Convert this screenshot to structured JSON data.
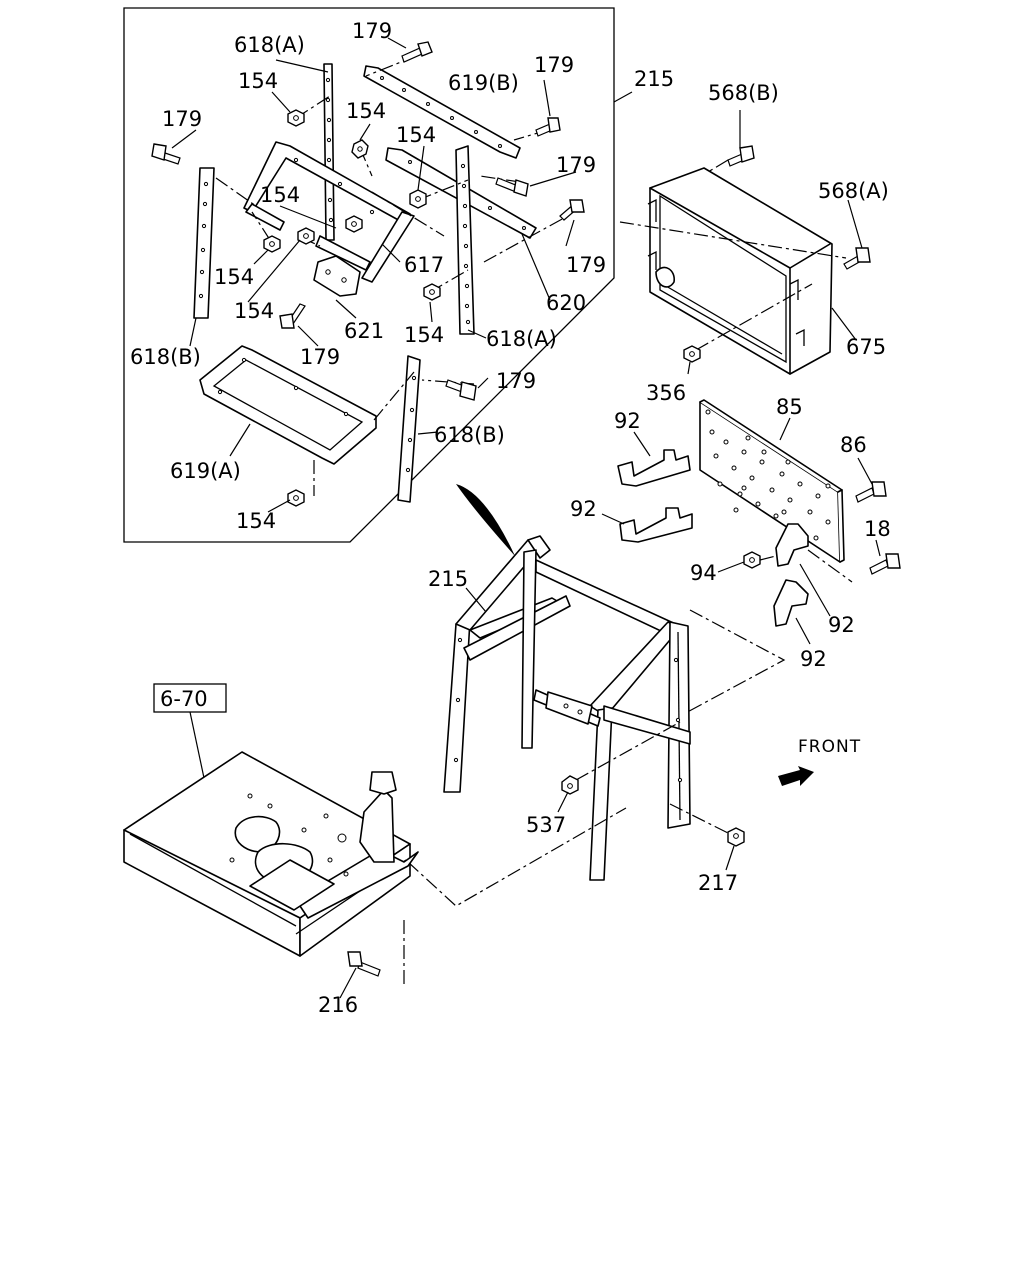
{
  "diagram": {
    "labels": [
      {
        "id": "l1",
        "text": "179"
      },
      {
        "id": "l2",
        "text": "618(A)"
      },
      {
        "id": "l3",
        "text": "154"
      },
      {
        "id": "l4",
        "text": "179"
      },
      {
        "id": "l5",
        "text": "619(B)"
      },
      {
        "id": "l6",
        "text": "215"
      },
      {
        "id": "l7",
        "text": "154"
      },
      {
        "id": "l8",
        "text": "179"
      },
      {
        "id": "l9",
        "text": "154"
      },
      {
        "id": "l10",
        "text": "179"
      },
      {
        "id": "l11",
        "text": "154"
      },
      {
        "id": "l12",
        "text": "617"
      },
      {
        "id": "l13",
        "text": "179"
      },
      {
        "id": "l14",
        "text": "154"
      },
      {
        "id": "l15",
        "text": "620"
      },
      {
        "id": "l16",
        "text": "154"
      },
      {
        "id": "l17",
        "text": "621"
      },
      {
        "id": "l18",
        "text": "154"
      },
      {
        "id": "l19",
        "text": "618(A)"
      },
      {
        "id": "l20",
        "text": "618(B)"
      },
      {
        "id": "l21",
        "text": "179"
      },
      {
        "id": "l22",
        "text": "179"
      },
      {
        "id": "l23",
        "text": "618(B)"
      },
      {
        "id": "l24",
        "text": "619(A)"
      },
      {
        "id": "l25",
        "text": "154"
      },
      {
        "id": "l26",
        "text": "568(B)"
      },
      {
        "id": "l27",
        "text": "568(A)"
      },
      {
        "id": "l28",
        "text": "675"
      },
      {
        "id": "l29",
        "text": "356"
      },
      {
        "id": "l30",
        "text": "85"
      },
      {
        "id": "l31",
        "text": "92"
      },
      {
        "id": "l32",
        "text": "86"
      },
      {
        "id": "l33",
        "text": "92"
      },
      {
        "id": "l34",
        "text": "18"
      },
      {
        "id": "l35",
        "text": "94"
      },
      {
        "id": "l36",
        "text": "92"
      },
      {
        "id": "l37",
        "text": "92"
      },
      {
        "id": "l38",
        "text": "215"
      },
      {
        "id": "l39",
        "text": "6-70"
      },
      {
        "id": "l40",
        "text": "537"
      },
      {
        "id": "l41",
        "text": "217"
      },
      {
        "id": "l42",
        "text": "216"
      },
      {
        "id": "l43",
        "text": "FRONT"
      }
    ]
  }
}
